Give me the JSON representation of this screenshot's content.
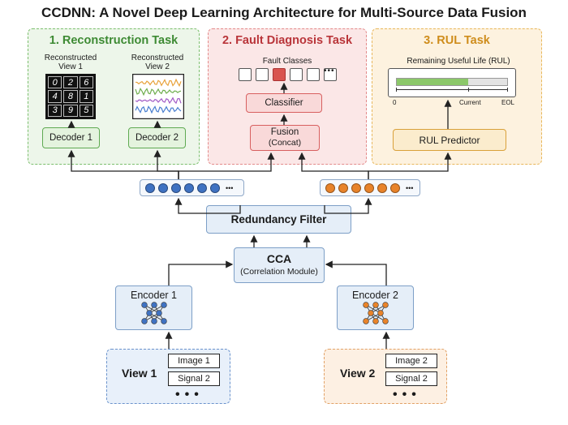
{
  "title": "CCDNN: A Novel Deep Learning Architecture for Multi-Source Data Fusion",
  "tasks": {
    "reconstruction": {
      "title": "1. Reconstruction Task",
      "view1_label": "Reconstructed View 1",
      "view2_label": "Reconstructed View 2",
      "digits": [
        "0",
        "2",
        "6",
        "4",
        "8",
        "1",
        "3",
        "9",
        "5"
      ],
      "decoder1": "Decoder 1",
      "decoder2": "Decoder 2"
    },
    "fault": {
      "title": "2. Fault Diagnosis Task",
      "classes_label": "Fault Classes",
      "classifier": "Classifier",
      "fusion": "Fusion",
      "fusion_sub": "(Concat)"
    },
    "rul": {
      "title": "3. RUL Task",
      "label": "Remaining Useful Life (RUL)",
      "progress": 0.65,
      "tick_start": "0",
      "tick_current": "Current",
      "tick_end": "EOL",
      "predictor": "RUL Predictor"
    }
  },
  "redundancy_filter": "Redundancy Filter",
  "cca": {
    "title": "CCA",
    "subtitle": "(Correlation Module)"
  },
  "encoders": {
    "encoder1": "Encoder 1",
    "encoder2": "Encoder 2"
  },
  "views": {
    "view1": {
      "label": "View 1",
      "items": [
        "Image 1",
        "Signal 2"
      ]
    },
    "view2": {
      "label": "View 2",
      "items": [
        "Image 2",
        "Signal 2"
      ]
    }
  },
  "colors": {
    "green": "#7cbf6e",
    "red": "#d86060",
    "orange": "#e8b75b",
    "blue": "#3f72c2",
    "feature_orange": "#e8832a",
    "rul_fill": "#8cc86a",
    "fault_selected": "#d9534f"
  }
}
